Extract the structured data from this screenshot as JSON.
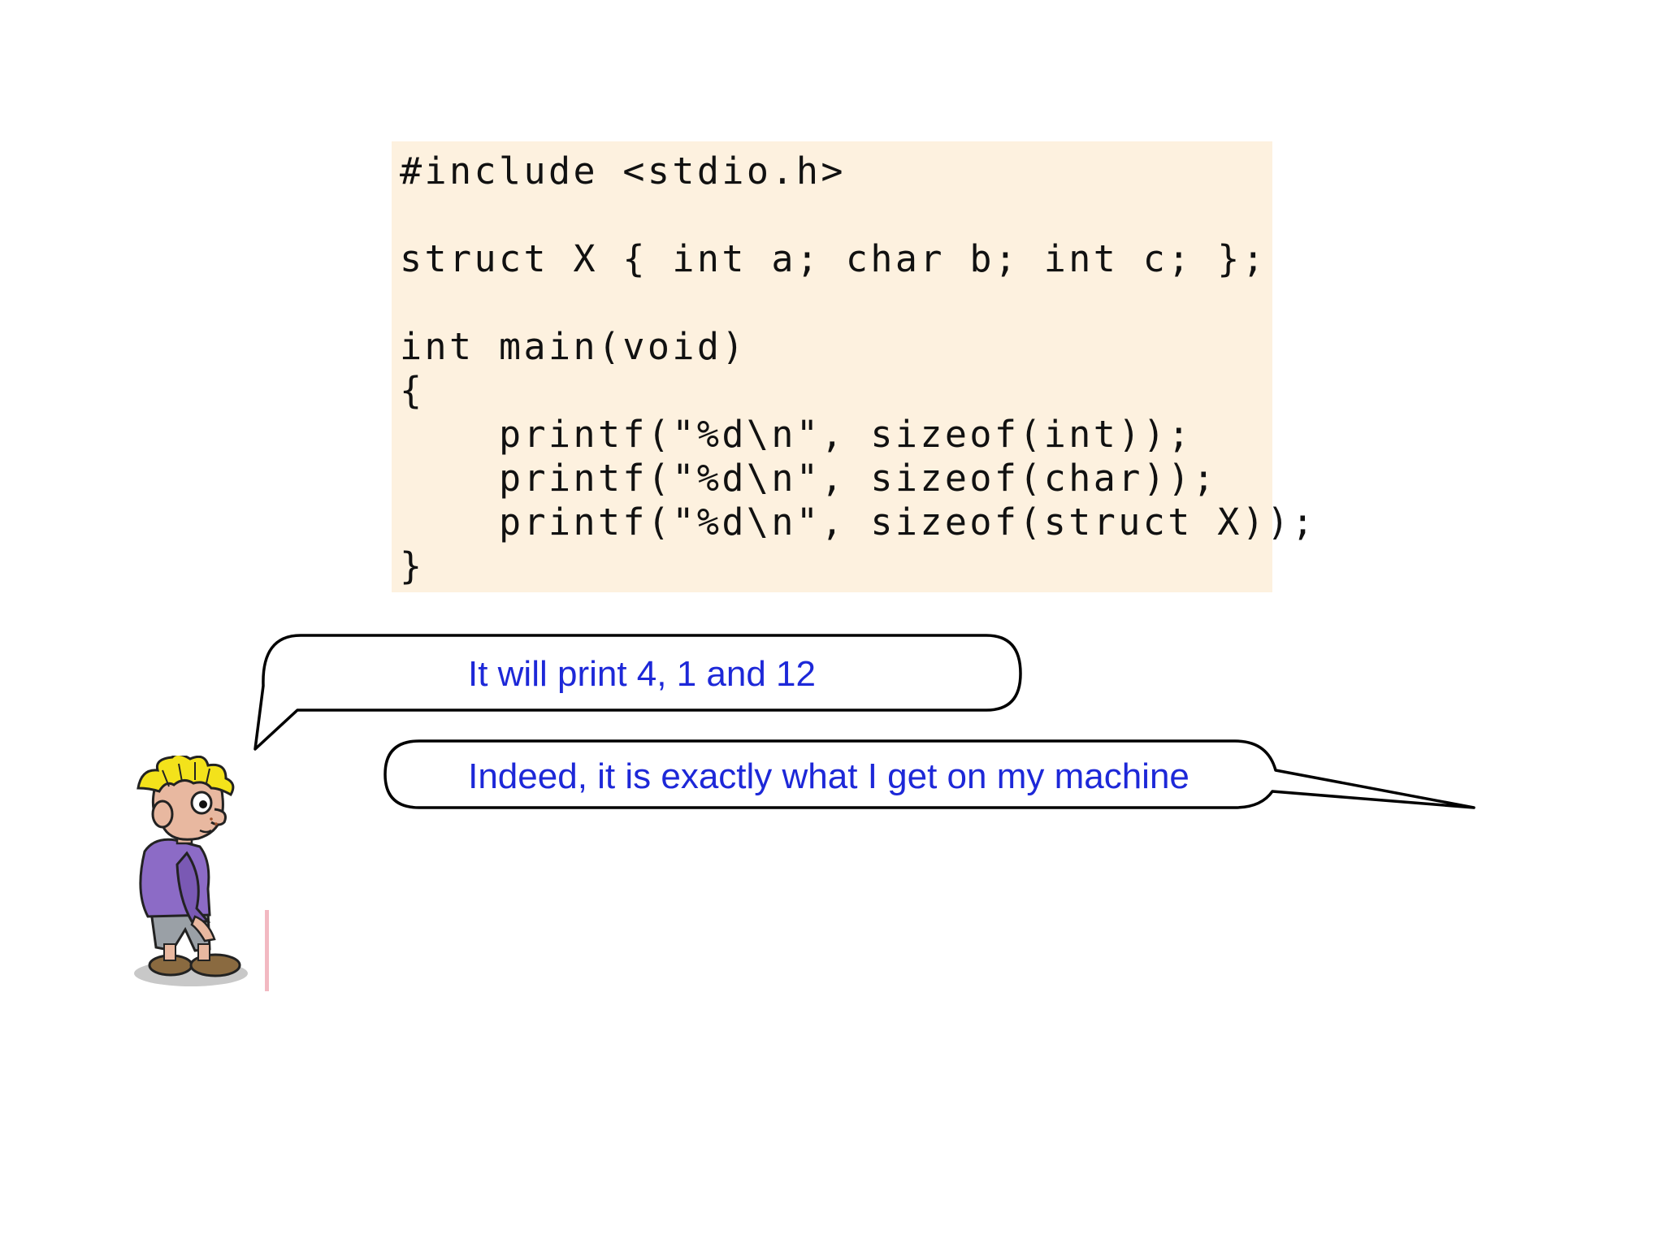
{
  "code": {
    "lines": [
      "#include <stdio.h>",
      "",
      "struct X { int a; char b; int c; };",
      "",
      "int main(void)",
      "{",
      "    printf(\"%d\\n\", sizeof(int));",
      "    printf(\"%d\\n\", sizeof(char));",
      "    printf(\"%d\\n\", sizeof(struct X));",
      "}"
    ]
  },
  "bubbles": {
    "first": "It will print 4, 1 and 12",
    "second": "Indeed, it is exactly what I get on my machine"
  },
  "character": {
    "icon": "cartoon-boy-icon",
    "hair_color": "#f3e21b",
    "shirt_color": "#8c6bc6"
  },
  "colors": {
    "code_background": "#fdf1df",
    "bubble_text": "#1d28d8"
  }
}
